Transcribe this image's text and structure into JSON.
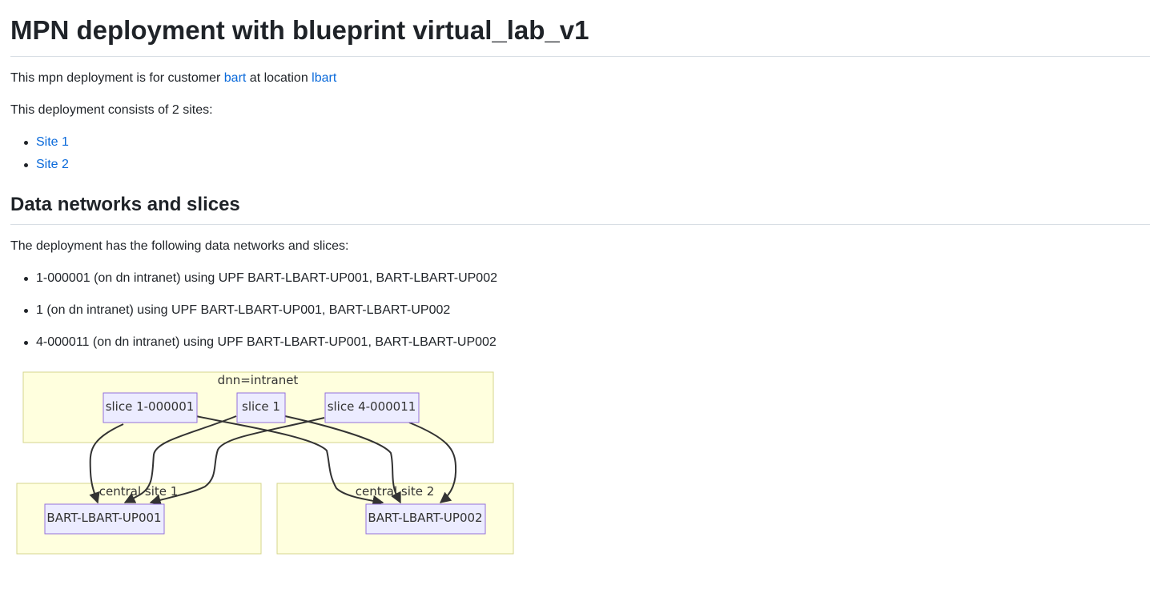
{
  "page": {
    "title": "MPN deployment with blueprint virtual_lab_v1",
    "intro": {
      "prefix": "This mpn deployment is for customer ",
      "customer": "bart",
      "middle": " at location ",
      "location": "lbart"
    },
    "sites_intro": "This deployment consists of 2 sites:",
    "sites": [
      "Site 1",
      "Site 2"
    ]
  },
  "networks": {
    "heading": "Data networks and slices",
    "intro": "The deployment has the following data networks and slices:",
    "items": [
      "1-000001 (on dn intranet) using UPF BART-LBART-UP001, BART-LBART-UP002",
      "1 (on dn intranet) using UPF BART-LBART-UP001, BART-LBART-UP002",
      "4-000011 (on dn intranet) using UPF BART-LBART-UP001, BART-LBART-UP002"
    ]
  },
  "diagram": {
    "dnn_cluster_label": "dnn=intranet",
    "slices": [
      "slice 1-000001",
      "slice 1",
      "slice 4-000011"
    ],
    "site_cluster_1_label": "central site 1",
    "site_cluster_2_label": "central site 2",
    "upf_1": "BART-LBART-UP001",
    "upf_2": "BART-LBART-UP002",
    "colors": {
      "cluster_fill": "#ffffde",
      "cluster_stroke": "#d4d48c",
      "node_fill": "#ececff",
      "node_stroke": "#9370db",
      "edge": "#333333"
    }
  }
}
